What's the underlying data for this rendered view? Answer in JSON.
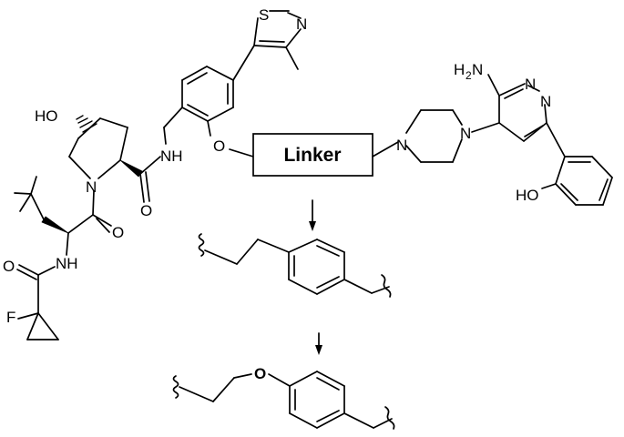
{
  "labels": {
    "linker": "Linker",
    "hydroxyl": "HO",
    "amide_nh_upper": "NH",
    "pyrrolidine_n": "N",
    "carbonyl_o_upper": "O",
    "carbonyl_o_mid": "O",
    "amide_nh_lower": "NH",
    "carbonyl_o_lower": "O",
    "fluorine": "F",
    "ether_o": "O",
    "thiazole_s": "S",
    "thiazole_n": "N",
    "piperazine_n_left": "N",
    "piperazine_n_right": "N",
    "amine_h": "H",
    "amine_sub": "2",
    "amine_n": "N",
    "pyridazine_n1": "N",
    "pyridazine_n2": "N",
    "phenol_ho": "HO",
    "linker_variant_o": "O"
  }
}
